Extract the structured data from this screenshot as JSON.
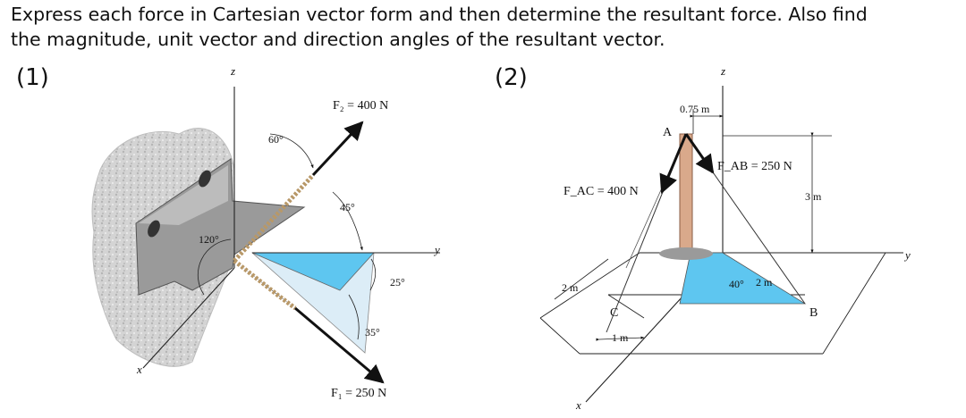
{
  "prompt": {
    "line1": "Express each force in Cartesian vector form and then determine the resultant force. Also find",
    "line2": "the magnitude, unit vector and direction angles of the resultant vector."
  },
  "figure1": {
    "label": "(1)",
    "axes": {
      "z": "z",
      "x": "x",
      "y": "y"
    },
    "forces": {
      "F2": "F₂ = 400 N",
      "F1": "F₁ = 250 N"
    },
    "angles": {
      "a60": "60°",
      "a45": "45°",
      "a120": "120°",
      "a25": "25°",
      "a35": "35°"
    }
  },
  "figure2": {
    "label": "(2)",
    "axes": {
      "z": "z",
      "x": "x",
      "y": "y"
    },
    "points": {
      "A": "A",
      "B": "B",
      "C": "C"
    },
    "forces": {
      "FAB": "F_AB = 250 N",
      "FAC": "F_AC = 400 N"
    },
    "dims": {
      "d075": "0.75 m",
      "d3": "3 m",
      "d2x": "2 m",
      "d2y": "2 m",
      "d1": "1 m",
      "a40": "40°"
    }
  },
  "colors": {
    "blue_fill": "#5ec6f0",
    "light_fill": "#dcedf7",
    "pole": "#d9a98b",
    "wall": "#cfcfcf"
  }
}
